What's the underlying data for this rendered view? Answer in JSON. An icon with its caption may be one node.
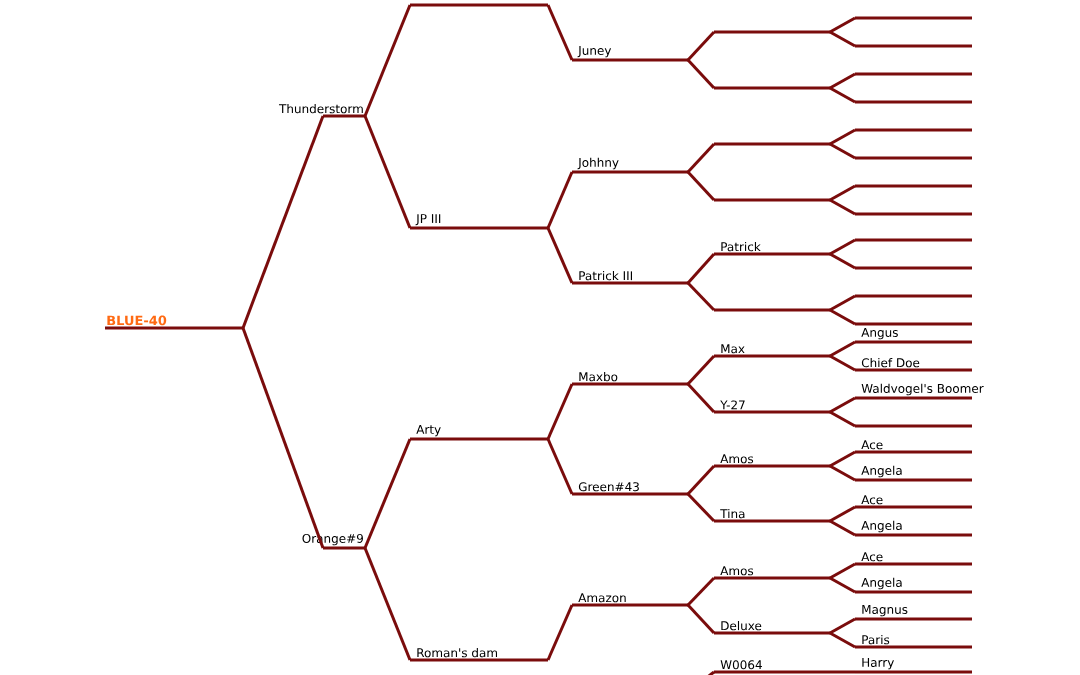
{
  "diagram": {
    "nodes": [
      {
        "text": [
          "BLUE-40"
        ]
      },
      {
        "text": [
          "Thunderstorm"
        ]
      },
      {
        "text": [],
        "shape": "bar"
      },
      {
        "text": [
          "Juney"
        ]
      },
      {
        "text": [],
        "shape": "bar"
      },
      {
        "text": [],
        "shape": "bar"
      },
      {
        "text": [],
        "shape": "bar"
      },
      {
        "text": [],
        "shape": "bar"
      },
      {
        "text": [],
        "shape": "bar"
      },
      {
        "text": [],
        "shape": "bar"
      },
      {
        "text": [
          "JP III"
        ]
      },
      {
        "text": [
          "Johhny"
        ]
      },
      {
        "text": [],
        "shape": "bar"
      },
      {
        "text": [],
        "shape": "bar"
      },
      {
        "text": [],
        "shape": "bar"
      },
      {
        "text": [],
        "shape": "bar"
      },
      {
        "text": [],
        "shape": "bar"
      },
      {
        "text": [],
        "shape": "bar"
      },
      {
        "text": [
          "Patrick III"
        ]
      },
      {
        "text": [
          "Patrick"
        ]
      },
      {
        "text": [],
        "shape": "bar"
      },
      {
        "text": [],
        "shape": "bar"
      },
      {
        "text": [],
        "shape": "bar"
      },
      {
        "text": [],
        "shape": "bar"
      },
      {
        "text": [],
        "shape": "bar"
      },
      {
        "text": [
          "Orange#9"
        ]
      },
      {
        "text": [
          "Arty"
        ]
      },
      {
        "text": [
          "Maxbo"
        ]
      },
      {
        "text": [
          "Max"
        ]
      },
      {
        "text": [
          "Angus"
        ]
      },
      {
        "text": [
          "Chief Doe"
        ]
      },
      {
        "text": [
          "Y-27"
        ]
      },
      {
        "text": [
          "Waldvogel's Boomer"
        ]
      },
      {
        "text": [],
        "shape": "bar"
      },
      {
        "text": [
          "Green#43"
        ]
      },
      {
        "text": [
          "Amos"
        ]
      },
      {
        "text": [
          "Ace"
        ]
      },
      {
        "text": [
          "Angela"
        ]
      },
      {
        "text": [
          "Tina"
        ]
      },
      {
        "text": [
          "Ace"
        ]
      },
      {
        "text": [
          "Angela"
        ]
      },
      {
        "text": [
          "Roman's dam"
        ]
      },
      {
        "text": [
          "Amazon"
        ]
      },
      {
        "text": [
          "Amos"
        ]
      },
      {
        "text": [
          "Ace"
        ]
      },
      {
        "text": [
          "Angela"
        ]
      },
      {
        "text": [
          "Deluxe"
        ]
      },
      {
        "text": [
          "Magnus"
        ]
      },
      {
        "text": [
          "Paris"
        ]
      },
      {
        "text": [
          "W0064"
        ]
      },
      {
        "text": [
          "Harry"
        ]
      }
    ],
    "edges": [
      {
        "from": 0,
        "to": 1,
        "arrow": "none"
      },
      {
        "from": 0,
        "to": 25,
        "arrow": "none"
      },
      {
        "from": 1,
        "to": 2,
        "arrow": "none"
      },
      {
        "from": 1,
        "to": 10,
        "arrow": "none"
      },
      {
        "from": 2,
        "to": 3,
        "arrow": "none"
      },
      {
        "from": 3,
        "to": 4,
        "arrow": "none"
      },
      {
        "from": 3,
        "to": 7,
        "arrow": "none"
      },
      {
        "from": 4,
        "to": 5,
        "arrow": "none"
      },
      {
        "from": 4,
        "to": 6,
        "arrow": "none"
      },
      {
        "from": 7,
        "to": 8,
        "arrow": "none"
      },
      {
        "from": 7,
        "to": 9,
        "arrow": "none"
      },
      {
        "from": 10,
        "to": 11,
        "arrow": "none"
      },
      {
        "from": 10,
        "to": 18,
        "arrow": "none"
      },
      {
        "from": 11,
        "to": 12,
        "arrow": "none"
      },
      {
        "from": 11,
        "to": 15,
        "arrow": "none"
      },
      {
        "from": 12,
        "to": 13,
        "arrow": "none"
      },
      {
        "from": 12,
        "to": 14,
        "arrow": "none"
      },
      {
        "from": 15,
        "to": 16,
        "arrow": "none"
      },
      {
        "from": 15,
        "to": 17,
        "arrow": "none"
      },
      {
        "from": 18,
        "to": 19,
        "arrow": "none"
      },
      {
        "from": 18,
        "to": 22,
        "arrow": "none"
      },
      {
        "from": 19,
        "to": 20,
        "arrow": "none"
      },
      {
        "from": 19,
        "to": 21,
        "arrow": "none"
      },
      {
        "from": 22,
        "to": 23,
        "arrow": "none"
      },
      {
        "from": 22,
        "to": 24,
        "arrow": "none"
      },
      {
        "from": 25,
        "to": 26,
        "arrow": "none"
      },
      {
        "from": 25,
        "to": 41,
        "arrow": "none"
      },
      {
        "from": 26,
        "to": 27,
        "arrow": "none"
      },
      {
        "from": 26,
        "to": 34,
        "arrow": "none"
      },
      {
        "from": 27,
        "to": 28,
        "arrow": "none"
      },
      {
        "from": 27,
        "to": 31,
        "arrow": "none"
      },
      {
        "from": 28,
        "to": 29,
        "arrow": "none"
      },
      {
        "from": 28,
        "to": 30,
        "arrow": "none"
      },
      {
        "from": 31,
        "to": 32,
        "arrow": "none"
      },
      {
        "from": 31,
        "to": 33,
        "arrow": "none"
      },
      {
        "from": 34,
        "to": 35,
        "arrow": "none"
      },
      {
        "from": 34,
        "to": 38,
        "arrow": "none"
      },
      {
        "from": 35,
        "to": 36,
        "arrow": "none"
      },
      {
        "from": 35,
        "to": 37,
        "arrow": "none"
      },
      {
        "from": 38,
        "to": 39,
        "arrow": "none"
      },
      {
        "from": 38,
        "to": 40,
        "arrow": "none"
      },
      {
        "from": 41,
        "to": 42,
        "arrow": "none"
      },
      {
        "from": 42,
        "to": 43,
        "arrow": "none"
      },
      {
        "from": 42,
        "to": 46,
        "arrow": "none"
      },
      {
        "from": 43,
        "to": 44,
        "arrow": "none"
      },
      {
        "from": 43,
        "to": 45,
        "arrow": "none"
      },
      {
        "from": 46,
        "to": 47,
        "arrow": "none"
      },
      {
        "from": 46,
        "to": 48,
        "arrow": "none"
      },
      {
        "from": null,
        "to": 49,
        "arrow": "none"
      },
      {
        "from": 49,
        "to": 50,
        "arrow": "none"
      }
    ]
  }
}
